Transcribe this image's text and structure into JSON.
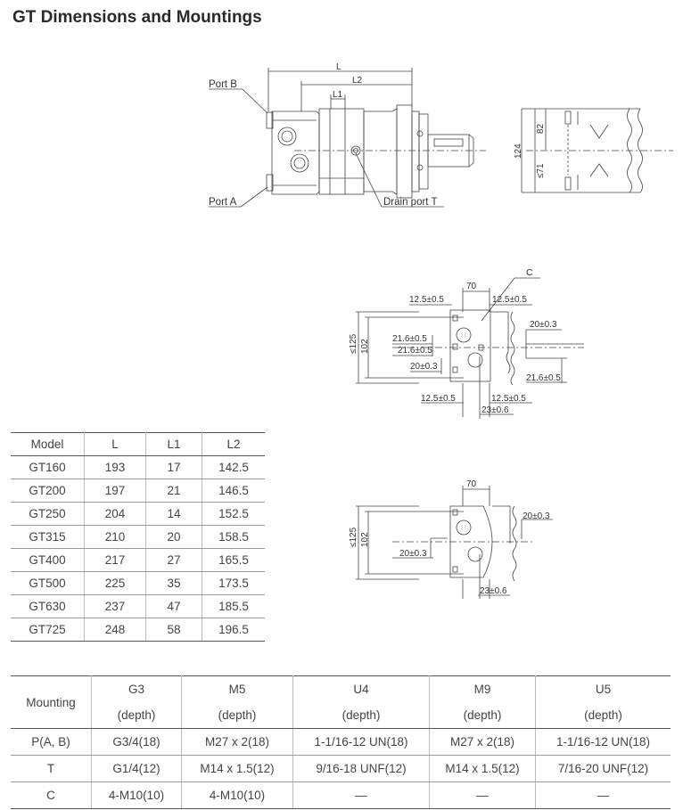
{
  "title": "GT Dimensions and Mountings",
  "drawing1": {
    "port_b": "Port B",
    "port_a": "Port A",
    "drain_port": "Drain port T",
    "dim_L": "L",
    "dim_L2": "L2",
    "dim_L1": "L1",
    "dim_124": "124",
    "dim_82": "82",
    "dim_71": "≤71"
  },
  "drawing2": {
    "label_C": "C",
    "d70": "70",
    "d12a": "12.5±0.5",
    "d12b": "12.5±0.5",
    "d20": "20±0.3",
    "d125": "≤125",
    "d102": "102",
    "d216a": "21.6±0.5",
    "d216b": "21.6±0.5",
    "d20b": "20±0.3",
    "d216c": "21.6±0.5",
    "d12c": "12.5±0.5",
    "d12d": "12.5±0.5",
    "d23": "23±0.6"
  },
  "drawing3": {
    "d70": "70",
    "d20": "20±0.3",
    "d125": "≤125",
    "d102": "102",
    "d20b": "20±0.3",
    "d23": "23±0.6"
  },
  "dims_table": {
    "headers": [
      "Model",
      "L",
      "L1",
      "L2"
    ],
    "rows": [
      [
        "GT160",
        "193",
        "17",
        "142.5"
      ],
      [
        "GT200",
        "197",
        "21",
        "146.5"
      ],
      [
        "GT250",
        "204",
        "14",
        "152.5"
      ],
      [
        "GT315",
        "210",
        "20",
        "158.5"
      ],
      [
        "GT400",
        "217",
        "27",
        "165.5"
      ],
      [
        "GT500",
        "225",
        "35",
        "173.5"
      ],
      [
        "GT630",
        "237",
        "47",
        "185.5"
      ],
      [
        "GT725",
        "248",
        "58",
        "196.5"
      ]
    ]
  },
  "mount_table": {
    "corner": "Mounting",
    "cols": [
      {
        "code": "G3",
        "sub": "(depth)"
      },
      {
        "code": "M5",
        "sub": "(depth)"
      },
      {
        "code": "U4",
        "sub": "(depth)"
      },
      {
        "code": "M9",
        "sub": "(depth)"
      },
      {
        "code": "U5",
        "sub": "(depth)"
      }
    ],
    "rows": [
      {
        "label": "P(A, B)",
        "vals": [
          "G3/4(18)",
          "M27 x 2(18)",
          "1-1/16-12 UN(18)",
          "M27 x 2(18)",
          "1-1/16-12 UN(18)"
        ]
      },
      {
        "label": "T",
        "vals": [
          "G1/4(12)",
          "M14 x 1.5(12)",
          "9/16-18 UNF(12)",
          "M14 x 1.5(12)",
          "7/16-20 UNF(12)"
        ]
      },
      {
        "label": "C",
        "vals": [
          "4-M10(10)",
          "4-M10(10)",
          "—",
          "—",
          "—"
        ]
      }
    ]
  }
}
